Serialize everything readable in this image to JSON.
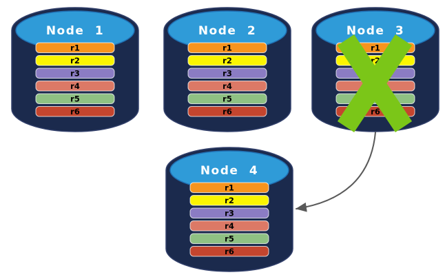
{
  "diagram": {
    "nodes": [
      {
        "title": "Node 1",
        "rows": [
          "r1",
          "r2",
          "r3",
          "r4",
          "r5",
          "r6"
        ],
        "overlay_icon": null
      },
      {
        "title": "Node 2",
        "rows": [
          "r1",
          "r2",
          "r3",
          "r4",
          "r5",
          "r6"
        ],
        "overlay_icon": null
      },
      {
        "title": "Node 3",
        "rows": [
          "r1",
          "r2",
          "r3",
          "r4",
          "r5",
          "r6"
        ],
        "overlay_icon": "x-mark-icon"
      },
      {
        "title": "Node 4",
        "rows": [
          "r1",
          "r2",
          "r3",
          "r4",
          "r5",
          "r6"
        ],
        "overlay_icon": null
      }
    ],
    "row_colors": [
      "#F7941E",
      "#FBF502",
      "#8B7CC3",
      "#DC7966",
      "#8FC183",
      "#C4452E"
    ],
    "colors": {
      "cylinder_body": "#1B2A4D",
      "cylinder_top": "#2F9BD8",
      "failure_x": "#7BC618",
      "arrow": "#595959"
    }
  }
}
